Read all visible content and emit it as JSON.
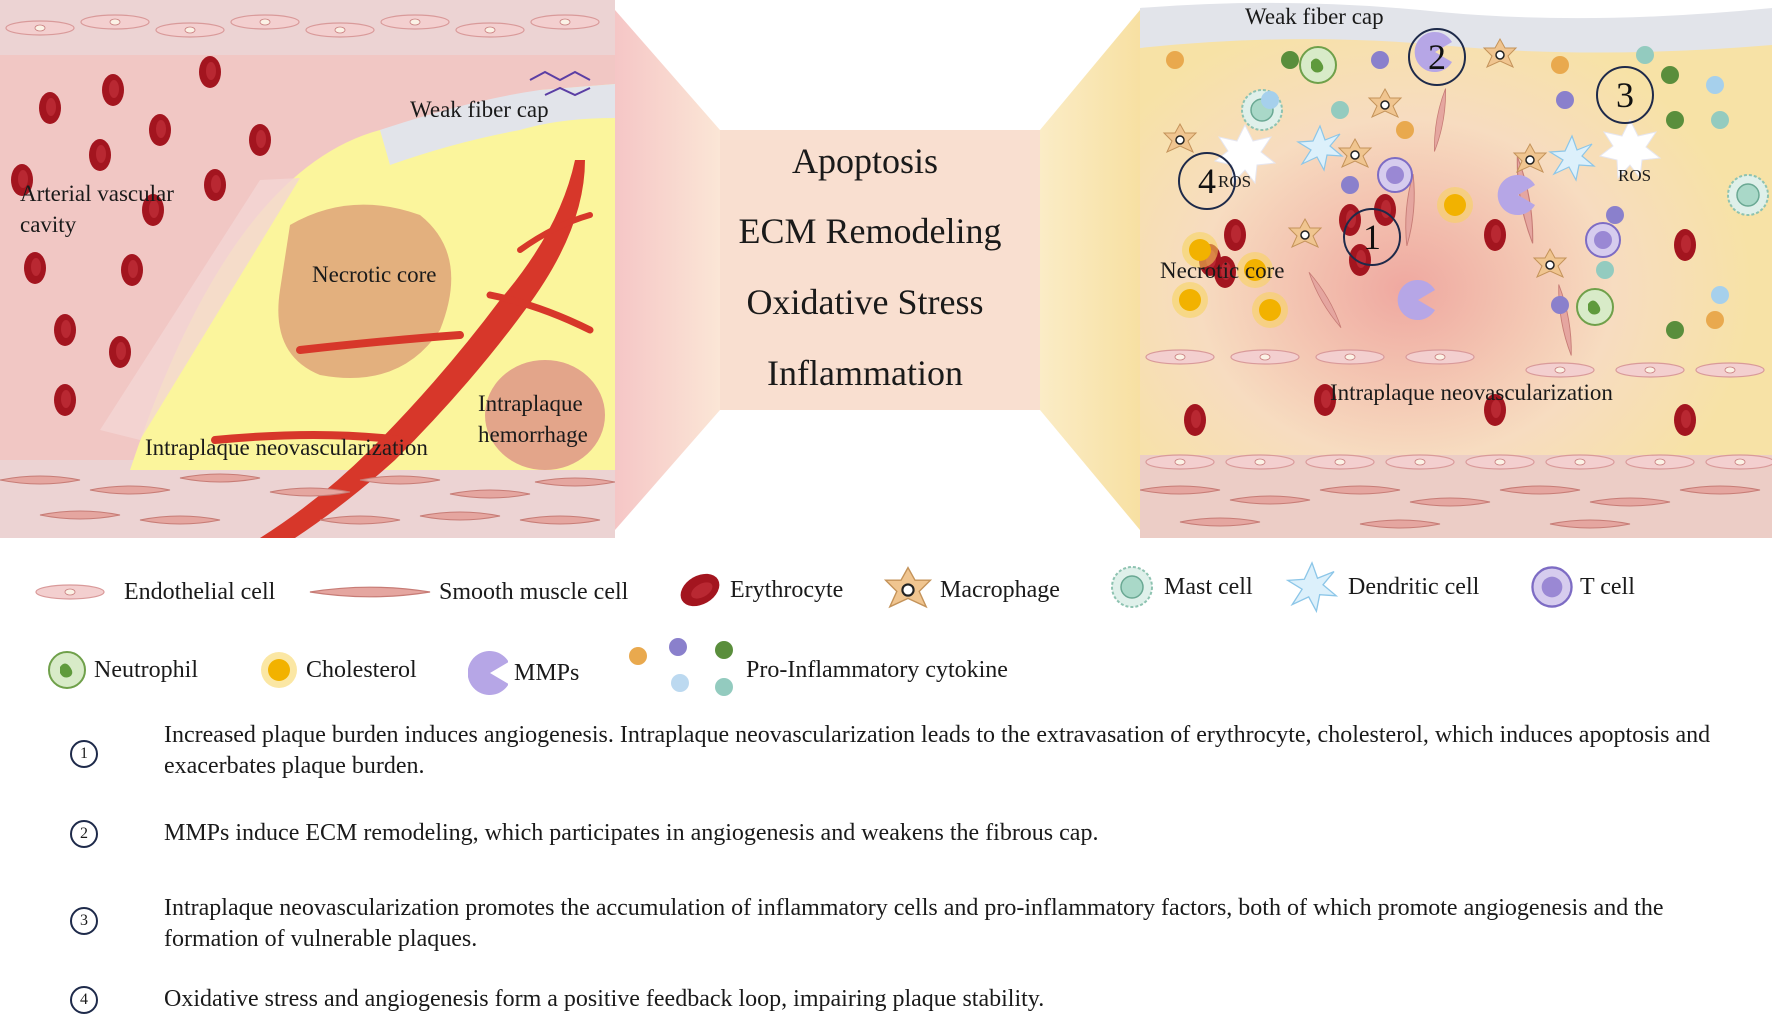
{
  "left_panel": {
    "lumen_label": "Arterial vascular\ncavity",
    "weak_cap_label": "Weak fiber cap",
    "necrotic_label": "Necrotic core",
    "neovasc_label": "Intraplaque neovascularization",
    "hemorrhage_label": "Intraplaque\nhemorrhage"
  },
  "center_panel": {
    "processes": [
      "Apoptosis",
      "ECM Remodeling",
      "Oxidative Stress",
      "Inflammation"
    ]
  },
  "right_panel": {
    "weak_cap_label": "Weak fiber cap",
    "necrotic_label": "Necrotic core",
    "neovasc_label": "Intraplaque neovascularization",
    "ros_label": "ROS",
    "markers": [
      "1",
      "2",
      "3",
      "4"
    ]
  },
  "legend": [
    {
      "icon": "endothelial-cell-icon",
      "label": "Endothelial cell"
    },
    {
      "icon": "smooth-muscle-cell-icon",
      "label": "Smooth muscle cell"
    },
    {
      "icon": "erythrocyte-icon",
      "label": "Erythrocyte"
    },
    {
      "icon": "macrophage-icon",
      "label": "Macrophage"
    },
    {
      "icon": "mast-cell-icon",
      "label": "Mast cell"
    },
    {
      "icon": "dendritic-cell-icon",
      "label": "Dendritic cell"
    },
    {
      "icon": "t-cell-icon",
      "label": "T cell"
    },
    {
      "icon": "neutrophil-icon",
      "label": "Neutrophil"
    },
    {
      "icon": "cholesterol-icon",
      "label": "Cholesterol"
    },
    {
      "icon": "mmps-icon",
      "label": "MMPs"
    },
    {
      "icon": "cytokine-icon",
      "label": "Pro-Inflammatory cytokine"
    }
  ],
  "colors": {
    "lumen": "#f1c7c4",
    "plaque": "#fbf59c",
    "necrotic": "#e3b07e",
    "vessel": "#d7372a",
    "erythrocyte": "#a3151f",
    "fiber_cap": "#e2e4ea",
    "right_bg": "#f7e2a6",
    "outline": "#1e2a4a"
  },
  "notes": [
    {
      "num": "1",
      "text": "Increased plaque burden induces angiogenesis. Intraplaque neovascularization leads to the extravasation of erythrocyte, cholesterol, which induces apoptosis and exacerbates plaque burden."
    },
    {
      "num": "2",
      "text": "MMPs induce ECM remodeling, which participates in angiogenesis and weakens the fibrous cap."
    },
    {
      "num": "3",
      "text": "Intraplaque neovascularization promotes the accumulation of inflammatory cells and pro-inflammatory factors, both of which promote angiogenesis and the formation of vulnerable plaques."
    },
    {
      "num": "4",
      "text": "Oxidative stress and angiogenesis form a positive feedback loop, impairing plaque stability."
    }
  ]
}
